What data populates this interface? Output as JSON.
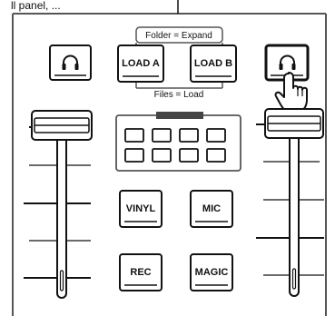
{
  "top_text": "ll panel, ...",
  "folder_hint": "Folder = Expand",
  "files_hint": "Files = Load",
  "buttons": {
    "load_a": "LOAD A",
    "load_b": "LOAD B",
    "vinyl": "VINYL",
    "mic": "MIC",
    "rec": "REC",
    "magic": "MAGIC"
  },
  "icons": {
    "headphones_left": "headphones-icon",
    "headphones_right": "headphones-icon",
    "hand": "pointing-hand-icon"
  },
  "colors": {
    "stroke": "#111111",
    "background": "#ffffff",
    "dark_bar": "#444444",
    "panel_border": "#555555"
  }
}
